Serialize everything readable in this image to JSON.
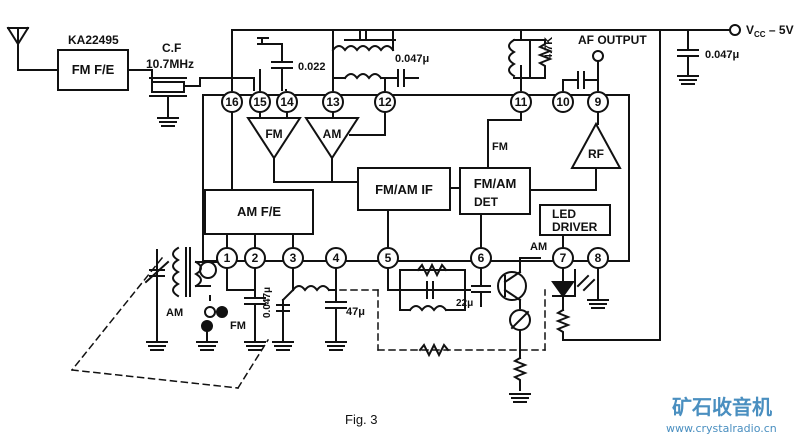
{
  "figure": {
    "caption": "Fig. 3",
    "chip_name": "KA22495"
  },
  "blocks": {
    "fm_fe": "FM F/E",
    "am_fe": "AM F/E",
    "fm_amp": "FM",
    "am_amp": "AM",
    "fm_am_if": "FM/AM IF",
    "fm_am_det_line1": "FM/AM",
    "fm_am_det_line2": "DET",
    "rf": "RF",
    "led_driver_line1": "LED",
    "led_driver_line2": "DRIVER"
  },
  "pins": [
    "1",
    "2",
    "3",
    "4",
    "5",
    "6",
    "7",
    "8",
    "9",
    "10",
    "11",
    "12",
    "13",
    "14",
    "15",
    "16"
  ],
  "labels": {
    "ceramic_filter": "C.F",
    "cf_freq": "10.7MHz",
    "vcc": "V",
    "vcc_sub": "CC",
    "vcc_value": " – 5V",
    "af_output": "AF OUTPUT",
    "cap_0022": "0.022",
    "cap_0047_top": "0.047μ",
    "cap_0047_right": "0.047μ",
    "res_47k": "4.7K",
    "fm_signal": "FM",
    "am_signal": "AM",
    "am_antenna": "AM",
    "fm_switch": "FM",
    "cap_0047_pin2": "0.047μ",
    "cap_47u": "47μ",
    "cap_22u": "22μ"
  },
  "watermark": {
    "cn": "矿石收音机",
    "url": "www.crystalradio.cn"
  },
  "colors": {
    "line": "#111111",
    "watermark": "#4a8fc0"
  }
}
